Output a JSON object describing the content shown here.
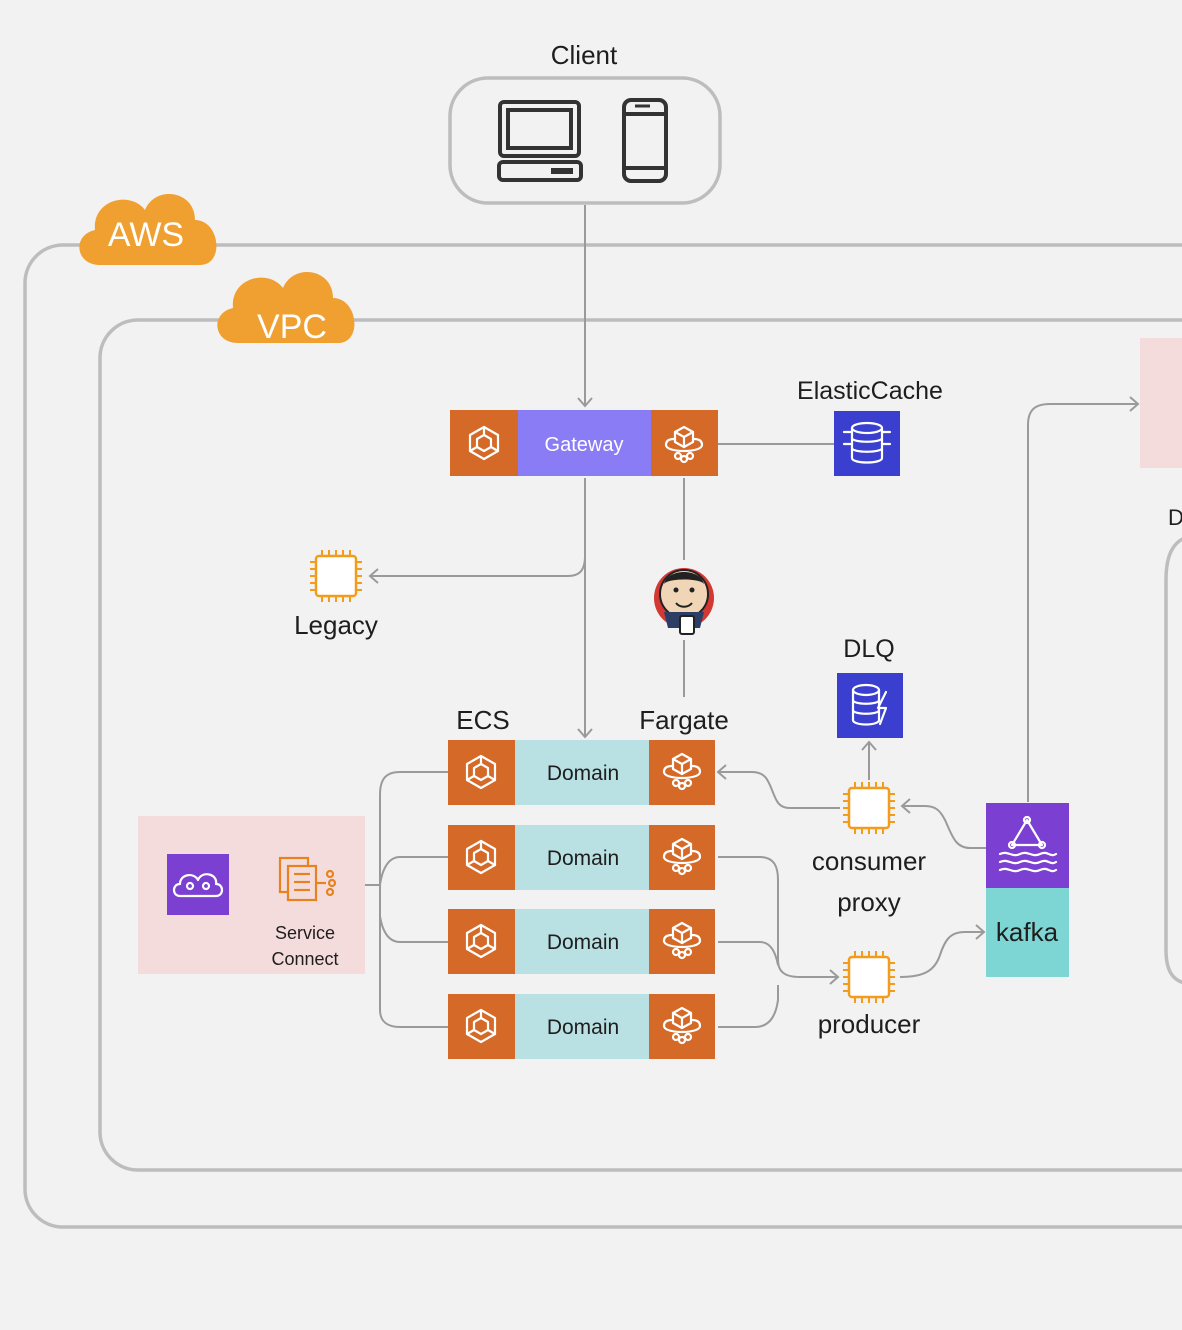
{
  "colors": {
    "background": "#f2f2f3",
    "border": "#bdbdbd",
    "connector": "#9a9a9a",
    "cloud_orange": "#f0a030",
    "ecs_orange": "#d56a28",
    "gateway_purple": "#8a7cf5",
    "domain_teal": "#b9e0e2",
    "cache_blue": "#3a3fd0",
    "kafka_purple": "#7b3fd1",
    "kafka_teal": "#7ed6d4",
    "pink_panel": "#f5dcdc",
    "chip_orange": "#f39c1c"
  },
  "client": {
    "label": "Client",
    "icons": [
      "laptop-icon",
      "phone-icon"
    ]
  },
  "clouds": {
    "aws": "AWS",
    "vpc": "VPC"
  },
  "gateway": {
    "label": "Gateway",
    "left_icon": "ecs-icon",
    "right_icon": "fargate-icon"
  },
  "elasticache": {
    "label": "ElasticCache",
    "icon": "database-cache-icon"
  },
  "legacy": {
    "label": "Legacy",
    "icon": "chip-icon"
  },
  "jenkins": {
    "icon": "jenkins-icon"
  },
  "column_labels": {
    "ecs": "ECS",
    "fargate": "Fargate"
  },
  "domains": [
    {
      "label": "Domain"
    },
    {
      "label": "Domain"
    },
    {
      "label": "Domain"
    },
    {
      "label": "Domain"
    }
  ],
  "service_connect": {
    "line1": "Service",
    "line2": "Connect",
    "icons": [
      "cloud-map-icon",
      "service-connect-icon"
    ]
  },
  "dlq": {
    "label": "DLQ",
    "icon": "database-lightning-icon"
  },
  "consumer_proxy": {
    "line1": "consumer",
    "line2": "proxy",
    "icon": "chip-icon"
  },
  "producer": {
    "label": "producer",
    "icon": "chip-icon"
  },
  "kafka": {
    "label": "kafka",
    "icon": "msk-icon"
  },
  "partial_right": {
    "letter": "D"
  }
}
